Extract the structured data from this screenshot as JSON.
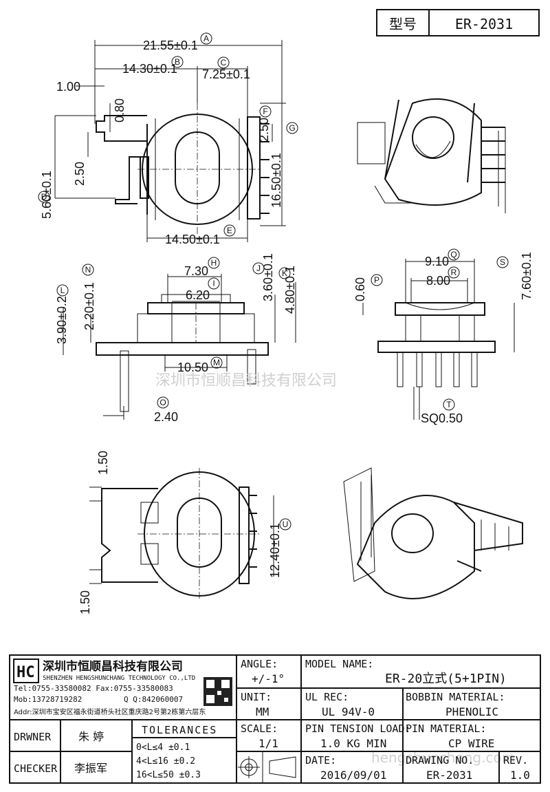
{
  "title_block": {
    "model_label": "型号",
    "model_value": "ER-2031",
    "company_cn": "深圳市恒顺昌科技有限公司",
    "company_en": "SHENZHEN HENGSHUNCHANG TECHNOLOGY CO.,LTD",
    "tel": "Tel:0755-33580082 Fax:0755-33580083",
    "mob": "Mob:13728719282",
    "qq": "Q Q:842060007",
    "addr": "Addr:深圳市宝安区福永街道桥头社区重庆路2号第2栋第六层东",
    "angle_label": "ANGLE:",
    "angle_value": "+/-1°",
    "model_name_label": "MODEL NAME:",
    "model_name_value": "ER-20立式(5+1PIN)",
    "unit_label": "UNIT:",
    "unit_value": "MM",
    "ul_label": "UL REC:",
    "ul_value": "UL 94V-0",
    "bobbin_label": "BOBBIN MATERIAL:",
    "bobbin_value": "PHENOLIC",
    "drawer_label": "DRWNER",
    "drawer_value": "朱 婷",
    "tolerances_label": "TOLERANCES",
    "tol_1": "0<L≤4   ±0.1",
    "tol_2": "4<L≤16  ±0.2",
    "tol_3": "16<L≤50 ±0.3",
    "scale_label": "SCALE:",
    "scale_value": "1/1",
    "pin_tension_label": "PIN TENSION LOAD:",
    "pin_tension_value": "1.0 KG MIN",
    "pin_material_label": "PIN MATERIAL:",
    "pin_material_value": "CP WIRE",
    "checker_label": "CHECKER",
    "checker_value": "李振军",
    "date_label": "DATE:",
    "date_value": "2016/09/01",
    "drawing_no_label": "DRAWING NO.",
    "drawing_no_value": "ER-2031",
    "rev_label": "REV.",
    "rev_value": "1.0"
  },
  "dimensions": {
    "A": "21.55±0.1",
    "B": "14.30±0.1",
    "C": "7.25±0.1",
    "D": "5.60±0.1",
    "E": "14.50±0.1",
    "F": "2.50",
    "G": "16.50±0.1",
    "H": "7.30",
    "I": "6.20",
    "J": "3.60±0.1",
    "K": "4.80±0.1",
    "L": "3.90±0.2",
    "M": "10.50",
    "N": "2.20±0.1",
    "O": "2.40",
    "P": "0.60",
    "Q": "9.10",
    "R": "8.00",
    "S": "7.60±0.1",
    "T": "SQ0.50",
    "U": "12.40±0.1",
    "d1": "1.00",
    "d2": "0.80",
    "d3": "2.50",
    "d4": "1.50",
    "d5": "1.50"
  },
  "watermark": "深圳市恒顺昌科技有限公司",
  "watermark2": "hengshunchang.com"
}
